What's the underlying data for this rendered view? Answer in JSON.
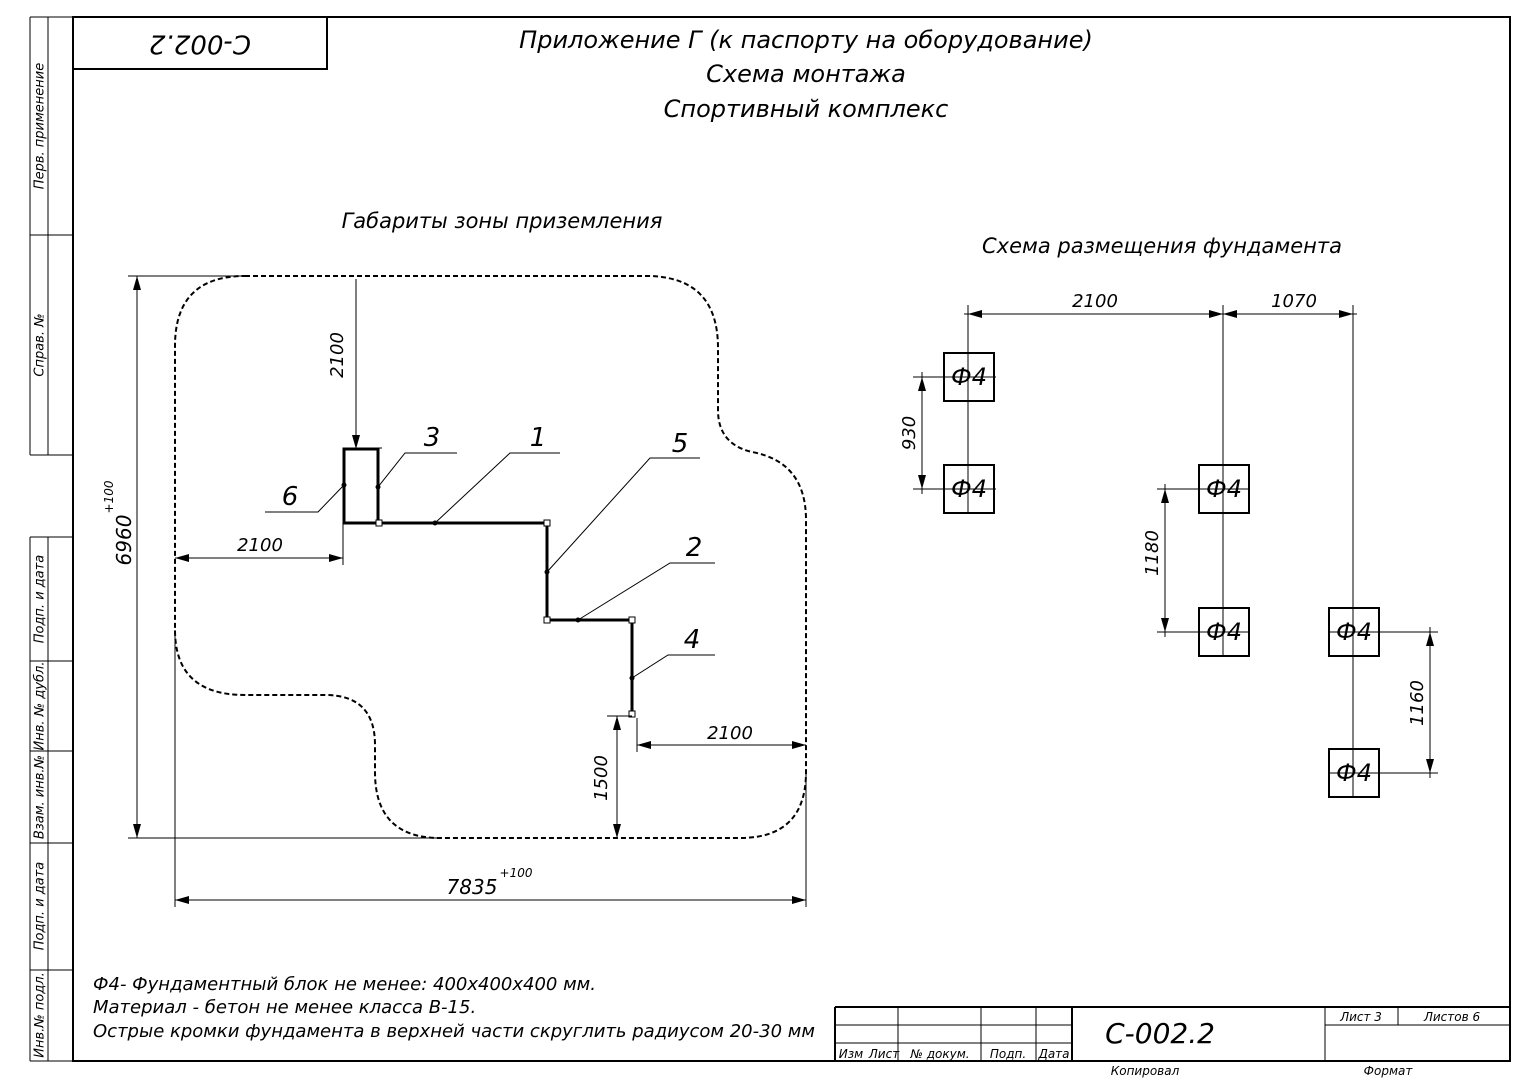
{
  "doc_code_rotated": "С-002.2",
  "title": {
    "line1": "Приложение Г (к паспорту на оборудование)",
    "line2": "Схема монтажа",
    "line3": "Спортивный комплекс"
  },
  "side_labels": {
    "perv": "Перв. применение",
    "sprav": "Справ. №",
    "podp1": "Подп. и дата",
    "inv_dubl": "Инв. № дубл.",
    "vzam": "Взам. инв.№",
    "podp2": "Подп. и дата",
    "inv_podl": "Инв.№ подл."
  },
  "left_view": {
    "heading": "Габариты зоны приземления",
    "dim_top": "2100",
    "dim_left": "2100",
    "dim_right": "2100",
    "dim_bottom_small": "1500",
    "dim_height": "6960",
    "dim_height_tol": "+100",
    "dim_width": "7835",
    "dim_width_tol": "+100",
    "callouts": [
      "1",
      "2",
      "3",
      "4",
      "5",
      "6"
    ]
  },
  "right_view": {
    "heading": "Схема размещения фундамента",
    "dim_2100": "2100",
    "dim_1070": "1070",
    "dim_930": "930",
    "dim_1180": "1180",
    "dim_1160": "1160",
    "block_label": "Ф4"
  },
  "notes": {
    "line1": "Ф4- Фундаментный блок не менее: 400х400х400 мм.",
    "line2": "Материал - бетон не менее класса В-15.",
    "line3": "Острые кромки фундамента в верхней части скруглить радиусом 20-30 мм"
  },
  "title_block": {
    "code": "С-002.2",
    "col_izm": "Изм",
    "col_list": "Лист",
    "col_dokum": "№ докум.",
    "col_podp": "Подп.",
    "col_data": "Дата",
    "sheet": "Лист 3",
    "sheets": "Листов 6",
    "kopiroval": "Копировал",
    "format": "Формат"
  }
}
